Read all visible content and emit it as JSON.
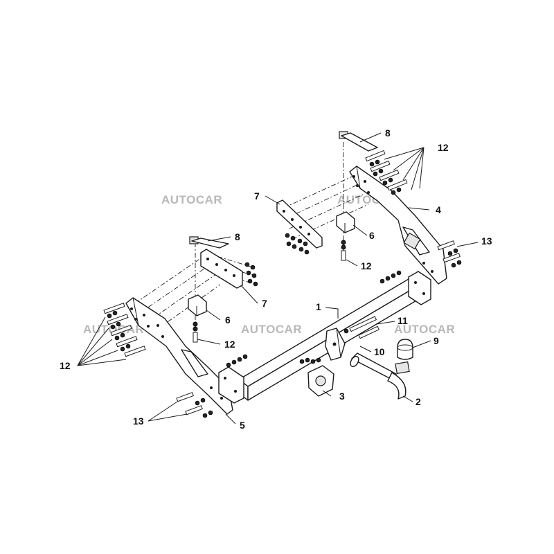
{
  "watermark": "AUTOCAR",
  "callouts": {
    "c1": "1",
    "c2": "2",
    "c3": "3",
    "c4": "4",
    "c5": "5",
    "c6a": "6",
    "c6b": "6",
    "c7a": "7",
    "c7b": "7",
    "c8a": "8",
    "c8b": "8",
    "c9": "9",
    "c10": "10",
    "c11": "11",
    "c12a": "12",
    "c12b": "12",
    "c12c": "12",
    "c12d": "12",
    "c13a": "13",
    "c13b": "13"
  },
  "colors": {
    "line": "#1a1a1a",
    "watermark": "#b8b8b8",
    "background": "#ffffff"
  }
}
